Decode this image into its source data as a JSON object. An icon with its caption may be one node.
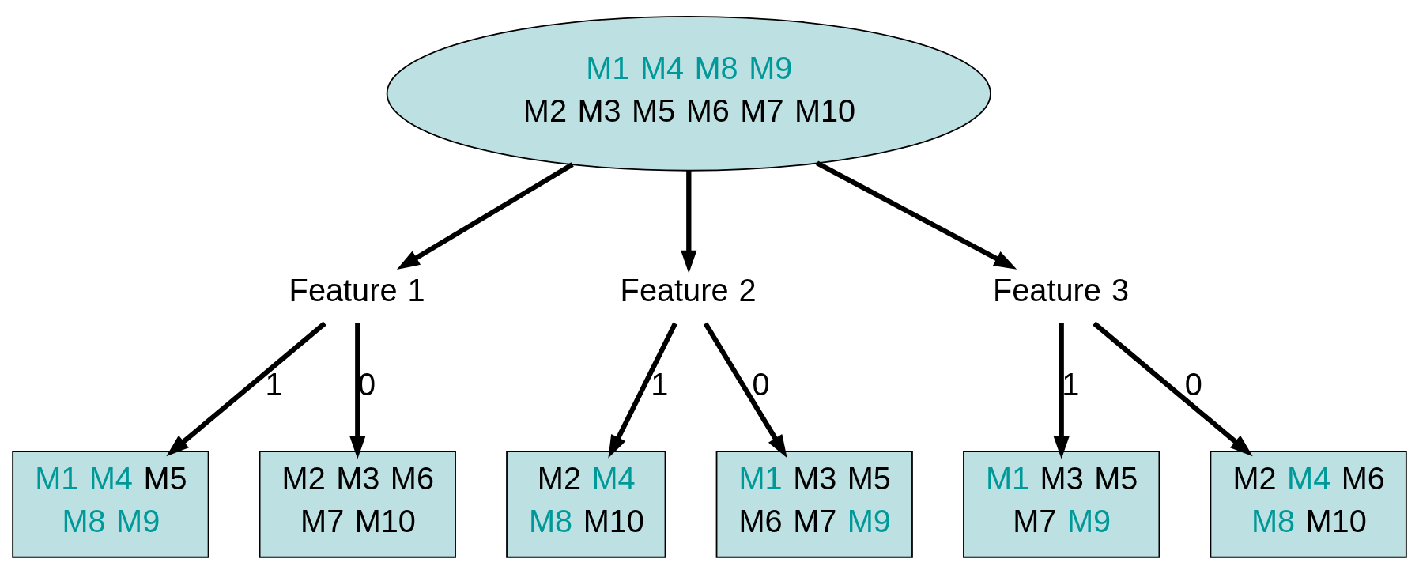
{
  "diagram": {
    "nodes": [
      {
        "text": [
          "M1 M4 M8 M9",
          "M2 M3 M5 M6 M7 M10"
        ]
      },
      {
        "text": [
          "Feature 1"
        ]
      },
      {
        "text": [
          "Feature 2"
        ]
      },
      {
        "text": [
          "Feature 3"
        ]
      },
      {
        "text": [
          "M1 M4 M5 M8 M9"
        ]
      },
      {
        "text": [
          "M2 M3 M6 M7 M10"
        ]
      },
      {
        "text": [
          "M2 M4 M8 M10"
        ]
      },
      {
        "text": [
          "M1 M3 M5 M6 M7 M9"
        ]
      },
      {
        "text": [
          "M1 M3 M5 M7 M9"
        ]
      },
      {
        "text": [
          "M2 M4 M6 M8 M10"
        ]
      }
    ],
    "edges": [
      {
        "from": 0,
        "to": 1,
        "arrow": "to"
      },
      {
        "from": 0,
        "to": 2,
        "arrow": "to"
      },
      {
        "from": 0,
        "to": 3,
        "arrow": "to"
      },
      {
        "from": 1,
        "to": 4,
        "arrow": "to",
        "label": "1"
      },
      {
        "from": 1,
        "to": 5,
        "arrow": "to",
        "label": "0"
      },
      {
        "from": 2,
        "to": 6,
        "arrow": "to",
        "label": "1"
      },
      {
        "from": 2,
        "to": 7,
        "arrow": "to",
        "label": "0"
      },
      {
        "from": 3,
        "to": 8,
        "arrow": "to",
        "label": "1"
      },
      {
        "from": 3,
        "to": 9,
        "arrow": "to",
        "label": "0"
      }
    ]
  }
}
